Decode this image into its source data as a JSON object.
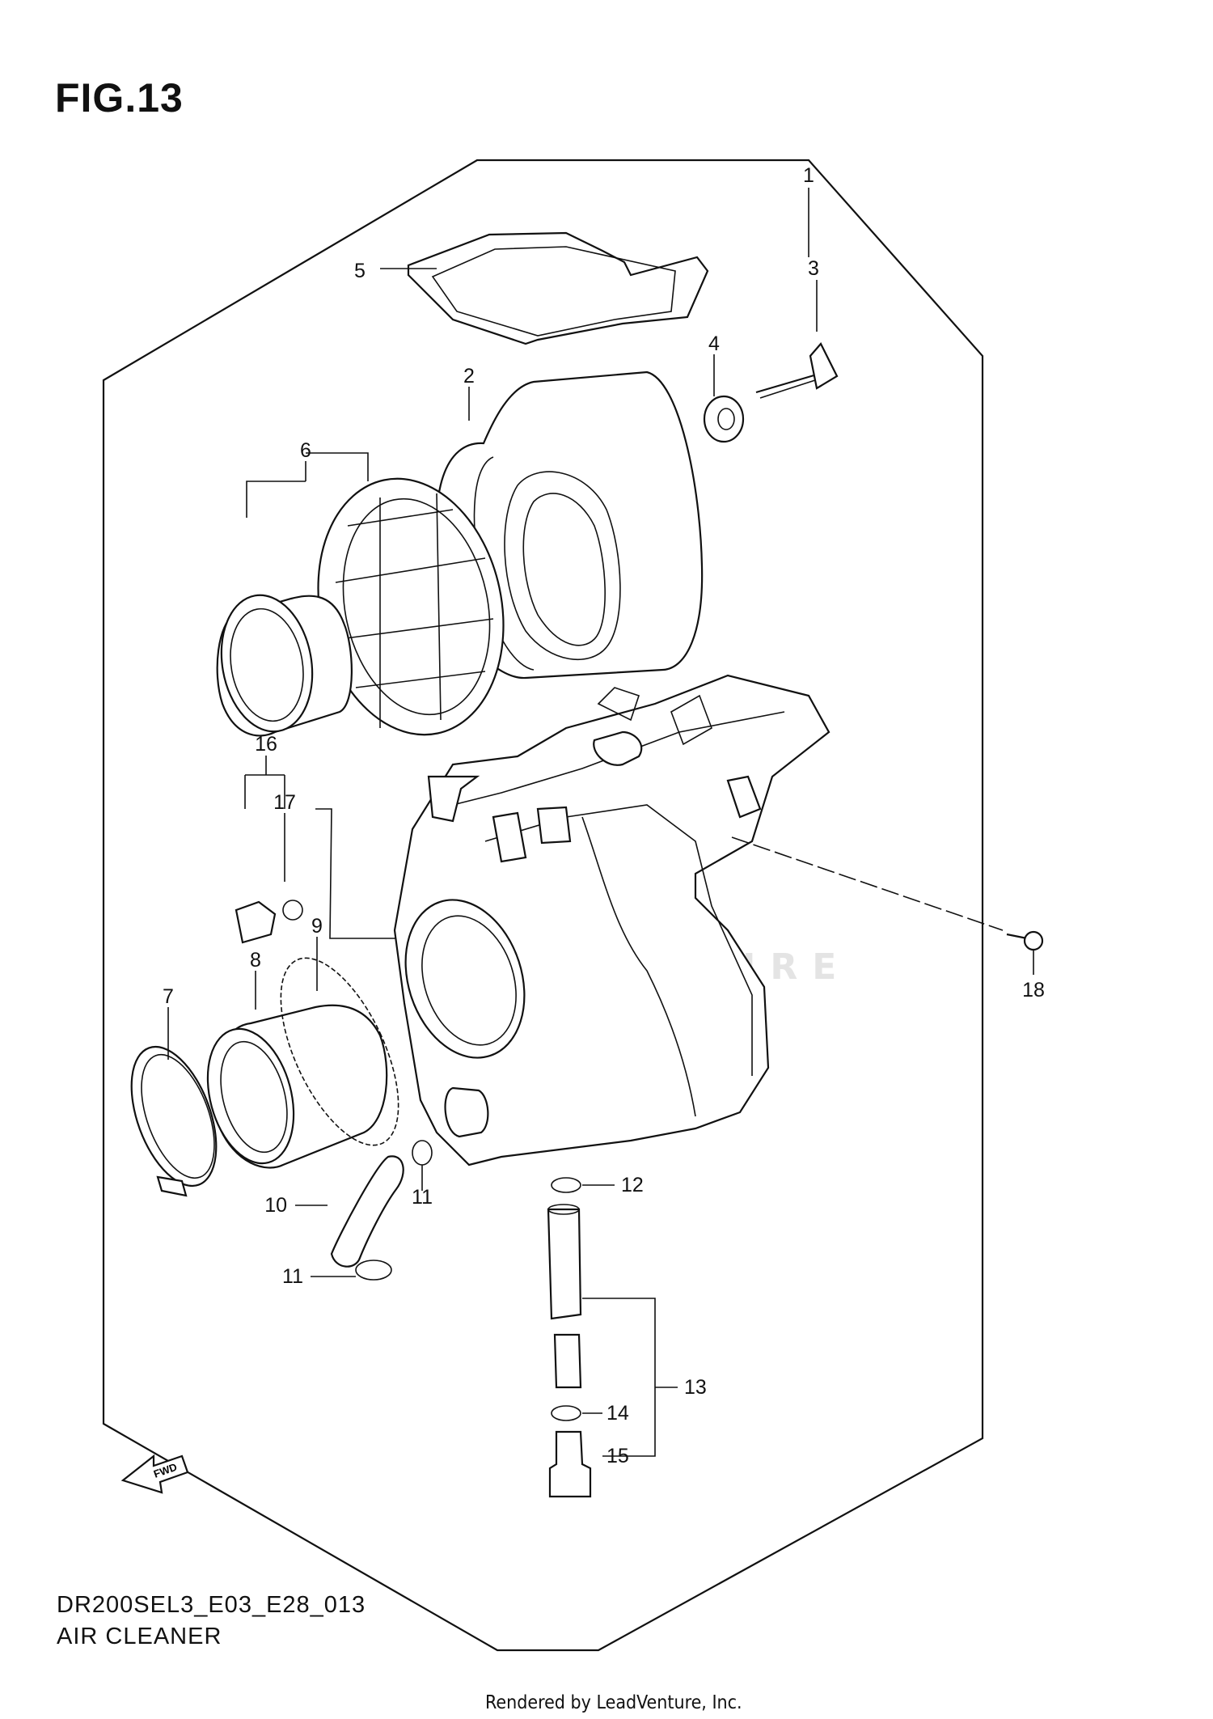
{
  "figure": {
    "title": "FIG.13"
  },
  "callouts": [
    "1",
    "2",
    "3",
    "4",
    "5",
    "6",
    "7",
    "8",
    "9",
    "10",
    "11",
    "11",
    "12",
    "13",
    "14",
    "15",
    "16",
    "17",
    "18"
  ],
  "fwd_arrow": {
    "label": "FWD"
  },
  "watermark": {
    "text": "LEADVENTURE"
  },
  "footer": {
    "code": "DR200SEL3_E03_E28_013",
    "name": "AIR CLEANER"
  },
  "credit": "Rendered by LeadVenture, Inc."
}
